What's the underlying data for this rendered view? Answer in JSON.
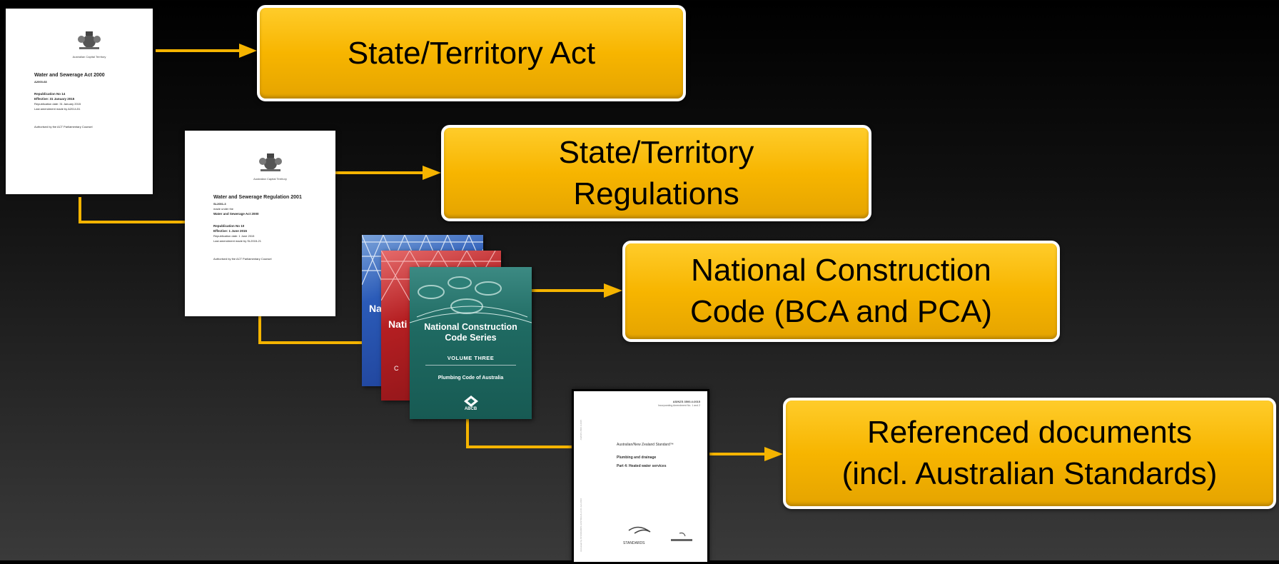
{
  "colors": {
    "box_fill": "#f7b500",
    "box_border": "#ffffff",
    "connector": "#f5b400",
    "background_top": "#000000",
    "background_bottom": "#3a3a3a"
  },
  "boxes": {
    "act": {
      "line1": "State/Territory Act"
    },
    "regulations": {
      "line1": "State/Territory",
      "line2": "Regulations"
    },
    "ncc": {
      "line1": "National Construction",
      "line2": "Code (BCA and PCA)"
    },
    "referenced": {
      "line1": "Referenced documents",
      "line2": "(incl. Australian Standards)"
    }
  },
  "documents": {
    "act": {
      "crest_label": "Australian Capital Territory",
      "title": "Water and Sewerage Act 2000",
      "code": "A2000-68",
      "republication": "Republication No 14",
      "effective": "Effective: 31 January 2015",
      "rep_date": "Republication date: 31 January 2015",
      "last_amend": "Last amendment made by A2014-51",
      "authorised": "Authorised by the ACT Parliamentary Counsel"
    },
    "regulation": {
      "crest_label": "Australian Capital Territory",
      "title": "Water and Sewerage Regulation 2001",
      "code": "SL2001-3",
      "made_under": "made under the",
      "parent_act": "Water and Sewerage Act 2000",
      "republication": "Republication No 10",
      "effective": "Effective: 1 June 2015",
      "rep_date": "Republication date: 1 June 2015",
      "last_amend": "Last amendment made by SL2015-21",
      "authorised": "Authorised by the ACT Parliamentary Counsel"
    },
    "ncc_covers": {
      "back_title": "Nati",
      "mid_title": "Nati",
      "mid_sub": "C",
      "front_title_line1": "National Construction",
      "front_title_line2": "Code Series",
      "volume": "VOLUME THREE",
      "plumbing": "Plumbing Code of Australia",
      "publisher": "ABCB"
    },
    "standard": {
      "code": "AS/NZS 3500.4:2015",
      "code_sub": "Incorporating Amendment No. 1 and 2",
      "heading": "Australian/New Zealand Standard™",
      "subject": "Plumbing and drainage",
      "part": "Part 4:  Heated water services",
      "side_text": "AS/NZS 3500.4:2015",
      "side_text2": "Accessed by STANDARDS AUSTRALIA on 01 Jan 2016",
      "logo_text": "STANDARDS"
    }
  }
}
